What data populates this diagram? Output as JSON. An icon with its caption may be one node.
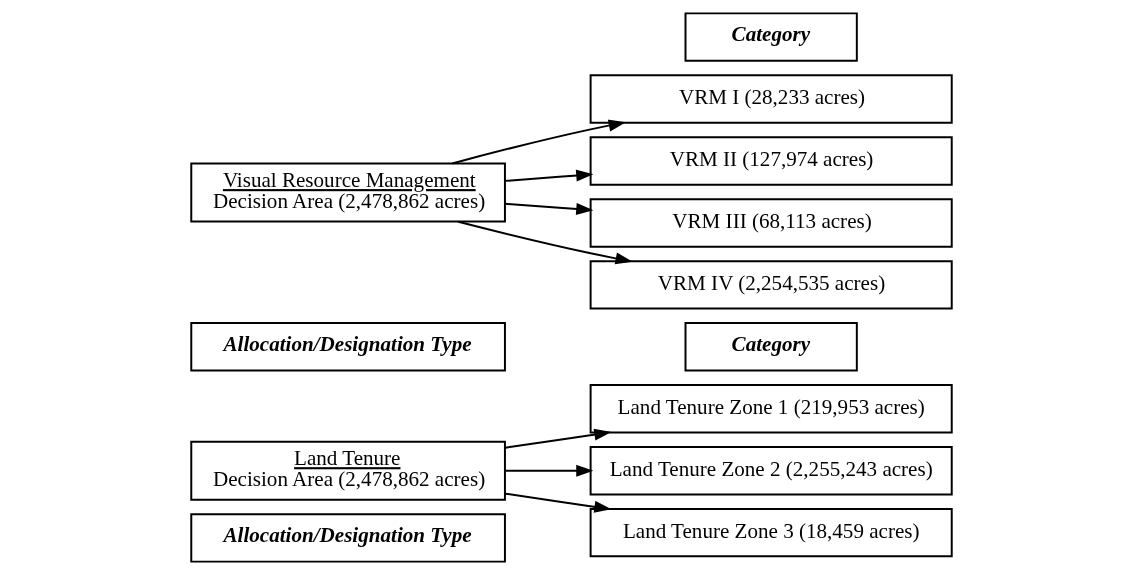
{
  "diagram": {
    "nodes": [
      {
        "text": [
          "Allocation/Designation Type"
        ]
      },
      {
        "text": [
          "Land Tenure",
          "Decision Area (2,478,862 acres)"
        ]
      },
      {
        "text": [
          "Category"
        ]
      },
      {
        "text": [
          "Land Tenure Zone 1 (219,953 acres)"
        ]
      },
      {
        "text": [
          "Land Tenure Zone 2 (2,255,243 acres)"
        ]
      },
      {
        "text": [
          "Land Tenure Zone 3 (18,459 acres)"
        ]
      },
      {
        "text": [
          "Allocation/Designation Type"
        ]
      },
      {
        "text": [
          "Visual Resource Management",
          "Decision Area (2,478,862 acres)"
        ]
      },
      {
        "text": [
          "Category"
        ]
      },
      {
        "text": [
          "VRM I (28,233 acres)"
        ]
      },
      {
        "text": [
          "VRM II (127,974 acres)"
        ]
      },
      {
        "text": [
          "VRM III (68,113 acres)"
        ]
      },
      {
        "text": [
          "VRM IV (2,254,535 acres)"
        ]
      }
    ],
    "edges": [
      {
        "from": 1,
        "to": 3,
        "arrow": "to"
      },
      {
        "from": 1,
        "to": 4,
        "arrow": "to"
      },
      {
        "from": 1,
        "to": 5,
        "arrow": "to"
      },
      {
        "from": 7,
        "to": 9,
        "arrow": "to"
      },
      {
        "from": 7,
        "to": 10,
        "arrow": "to"
      },
      {
        "from": 7,
        "to": 11,
        "arrow": "to"
      },
      {
        "from": 7,
        "to": 12,
        "arrow": "to"
      }
    ]
  }
}
